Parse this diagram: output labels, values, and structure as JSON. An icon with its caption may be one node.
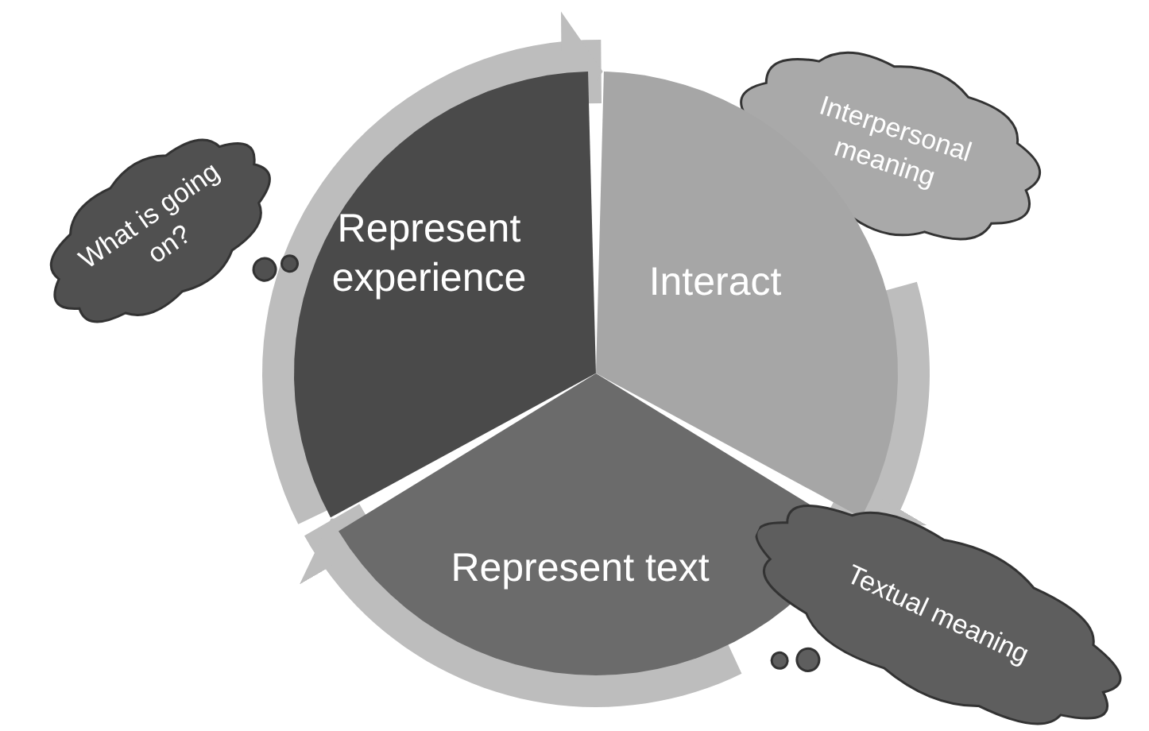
{
  "diagram": {
    "nodes": [
      {
        "text": [
          "Interpersonal meaning"
        ]
      },
      {
        "text": [
          "What is going on?"
        ]
      },
      {
        "text": [
          "Represent experience"
        ]
      },
      {
        "text": [
          "Interact"
        ]
      },
      {
        "text": [
          "Represent text"
        ]
      },
      {
        "text": [
          "Textual meaning"
        ]
      }
    ],
    "edges": [
      {
        "from": 2,
        "to": 3,
        "arrow": "to"
      },
      {
        "from": 3,
        "to": 4,
        "arrow": "to"
      },
      {
        "from": 4,
        "to": 2,
        "arrow": "to"
      }
    ]
  }
}
